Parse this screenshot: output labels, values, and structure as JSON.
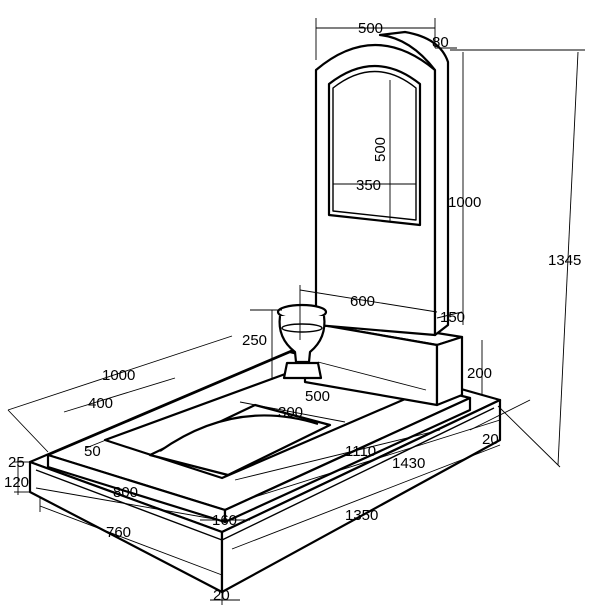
{
  "dimensions": {
    "stele_width": "500",
    "stele_thickness": "80",
    "portrait_height": "500",
    "portrait_width": "350",
    "stele_height": "1000",
    "overall_height": "1345",
    "stand_width": "600",
    "stand_thickness": "150",
    "vase_height": "250",
    "stand_height": "200",
    "flowerbed_length": "1000",
    "flowerbed_inner": "400",
    "flowerbed_width": "500",
    "opening_width": "300",
    "border_50": "50",
    "length_1110": "1110",
    "length_1430": "1430",
    "gap_20_right": "20",
    "base_thickness_25": "25",
    "base_height_120": "120",
    "width_800": "800",
    "width_160": "160",
    "length_1350": "1350",
    "width_760": "760",
    "gap_20_bottom": "20"
  }
}
